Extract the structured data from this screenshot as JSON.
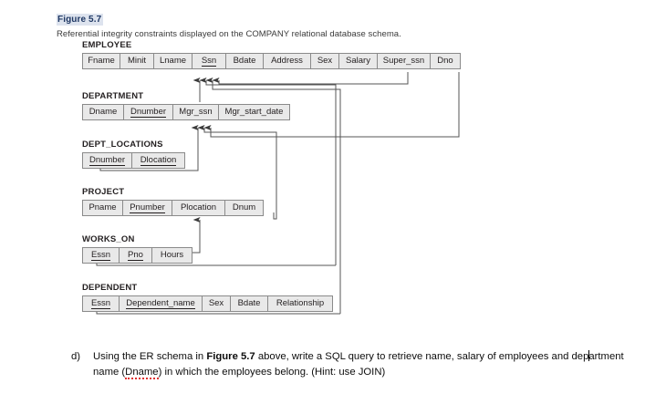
{
  "figure": {
    "number": "Figure 5.7",
    "description": "Referential integrity constraints displayed on the COMPANY relational database schema."
  },
  "relations": [
    {
      "name": "EMPLOYEE",
      "attributes": [
        {
          "label": "Fname",
          "key": false,
          "w": 41
        },
        {
          "label": "Minit",
          "key": false,
          "w": 37
        },
        {
          "label": "Lname",
          "key": false,
          "w": 42
        },
        {
          "label": "Ssn",
          "key": true,
          "w": 37
        },
        {
          "label": "Bdate",
          "key": false,
          "w": 41
        },
        {
          "label": "Address",
          "key": false,
          "w": 52
        },
        {
          "label": "Sex",
          "key": false,
          "w": 31
        },
        {
          "label": "Salary",
          "key": false,
          "w": 42
        },
        {
          "label": "Super_ssn",
          "key": false,
          "w": 58
        },
        {
          "label": "Dno",
          "key": false,
          "w": 32
        }
      ]
    },
    {
      "name": "DEPARTMENT",
      "attributes": [
        {
          "label": "Dname",
          "key": false,
          "w": 45
        },
        {
          "label": "Dnumber",
          "key": true,
          "w": 54
        },
        {
          "label": "Mgr_ssn",
          "key": false,
          "w": 50
        },
        {
          "label": "Mgr_start_date",
          "key": false,
          "w": 77
        }
      ]
    },
    {
      "name": "DEPT_LOCATIONS",
      "attributes": [
        {
          "label": "Dnumber",
          "key": true,
          "w": 54
        },
        {
          "label": "Dlocation",
          "key": true,
          "w": 57
        }
      ]
    },
    {
      "name": "PROJECT",
      "attributes": [
        {
          "label": "Pname",
          "key": false,
          "w": 44
        },
        {
          "label": "Pnumber",
          "key": true,
          "w": 54
        },
        {
          "label": "Plocation",
          "key": false,
          "w": 58
        },
        {
          "label": "Dnum",
          "key": false,
          "w": 41
        }
      ]
    },
    {
      "name": "WORKS_ON",
      "attributes": [
        {
          "label": "Essn",
          "key": true,
          "w": 40
        },
        {
          "label": "Pno",
          "key": true,
          "w": 36
        },
        {
          "label": "Hours",
          "key": false,
          "w": 43
        }
      ]
    },
    {
      "name": "DEPENDENT",
      "attributes": [
        {
          "label": "Essn",
          "key": true,
          "w": 40
        },
        {
          "label": "Dependent_name",
          "key": true,
          "w": 91
        },
        {
          "label": "Sex",
          "key": false,
          "w": 31
        },
        {
          "label": "Bdate",
          "key": false,
          "w": 41
        },
        {
          "label": "Relationship",
          "key": false,
          "w": 70
        }
      ]
    }
  ],
  "question": {
    "label": "d)",
    "part1": "Using the ER schema in ",
    "figure_ref": "Figure 5.7",
    "part2": " above, write a SQL query to retrieve name, salary of employees and dep",
    "part3": "artment name (",
    "misspelled": "Dname",
    "part4": ") in which the employees belong. (Hint: use JOIN)"
  },
  "colors": {
    "cell_fill": "#e9e9e9",
    "cell_border": "#8a8a8a",
    "connector": "#4a4a4a",
    "figure_number_text": "#1f3864",
    "figure_number_bg": "#dde3ee",
    "spellcheck_underline": "#e03030"
  }
}
